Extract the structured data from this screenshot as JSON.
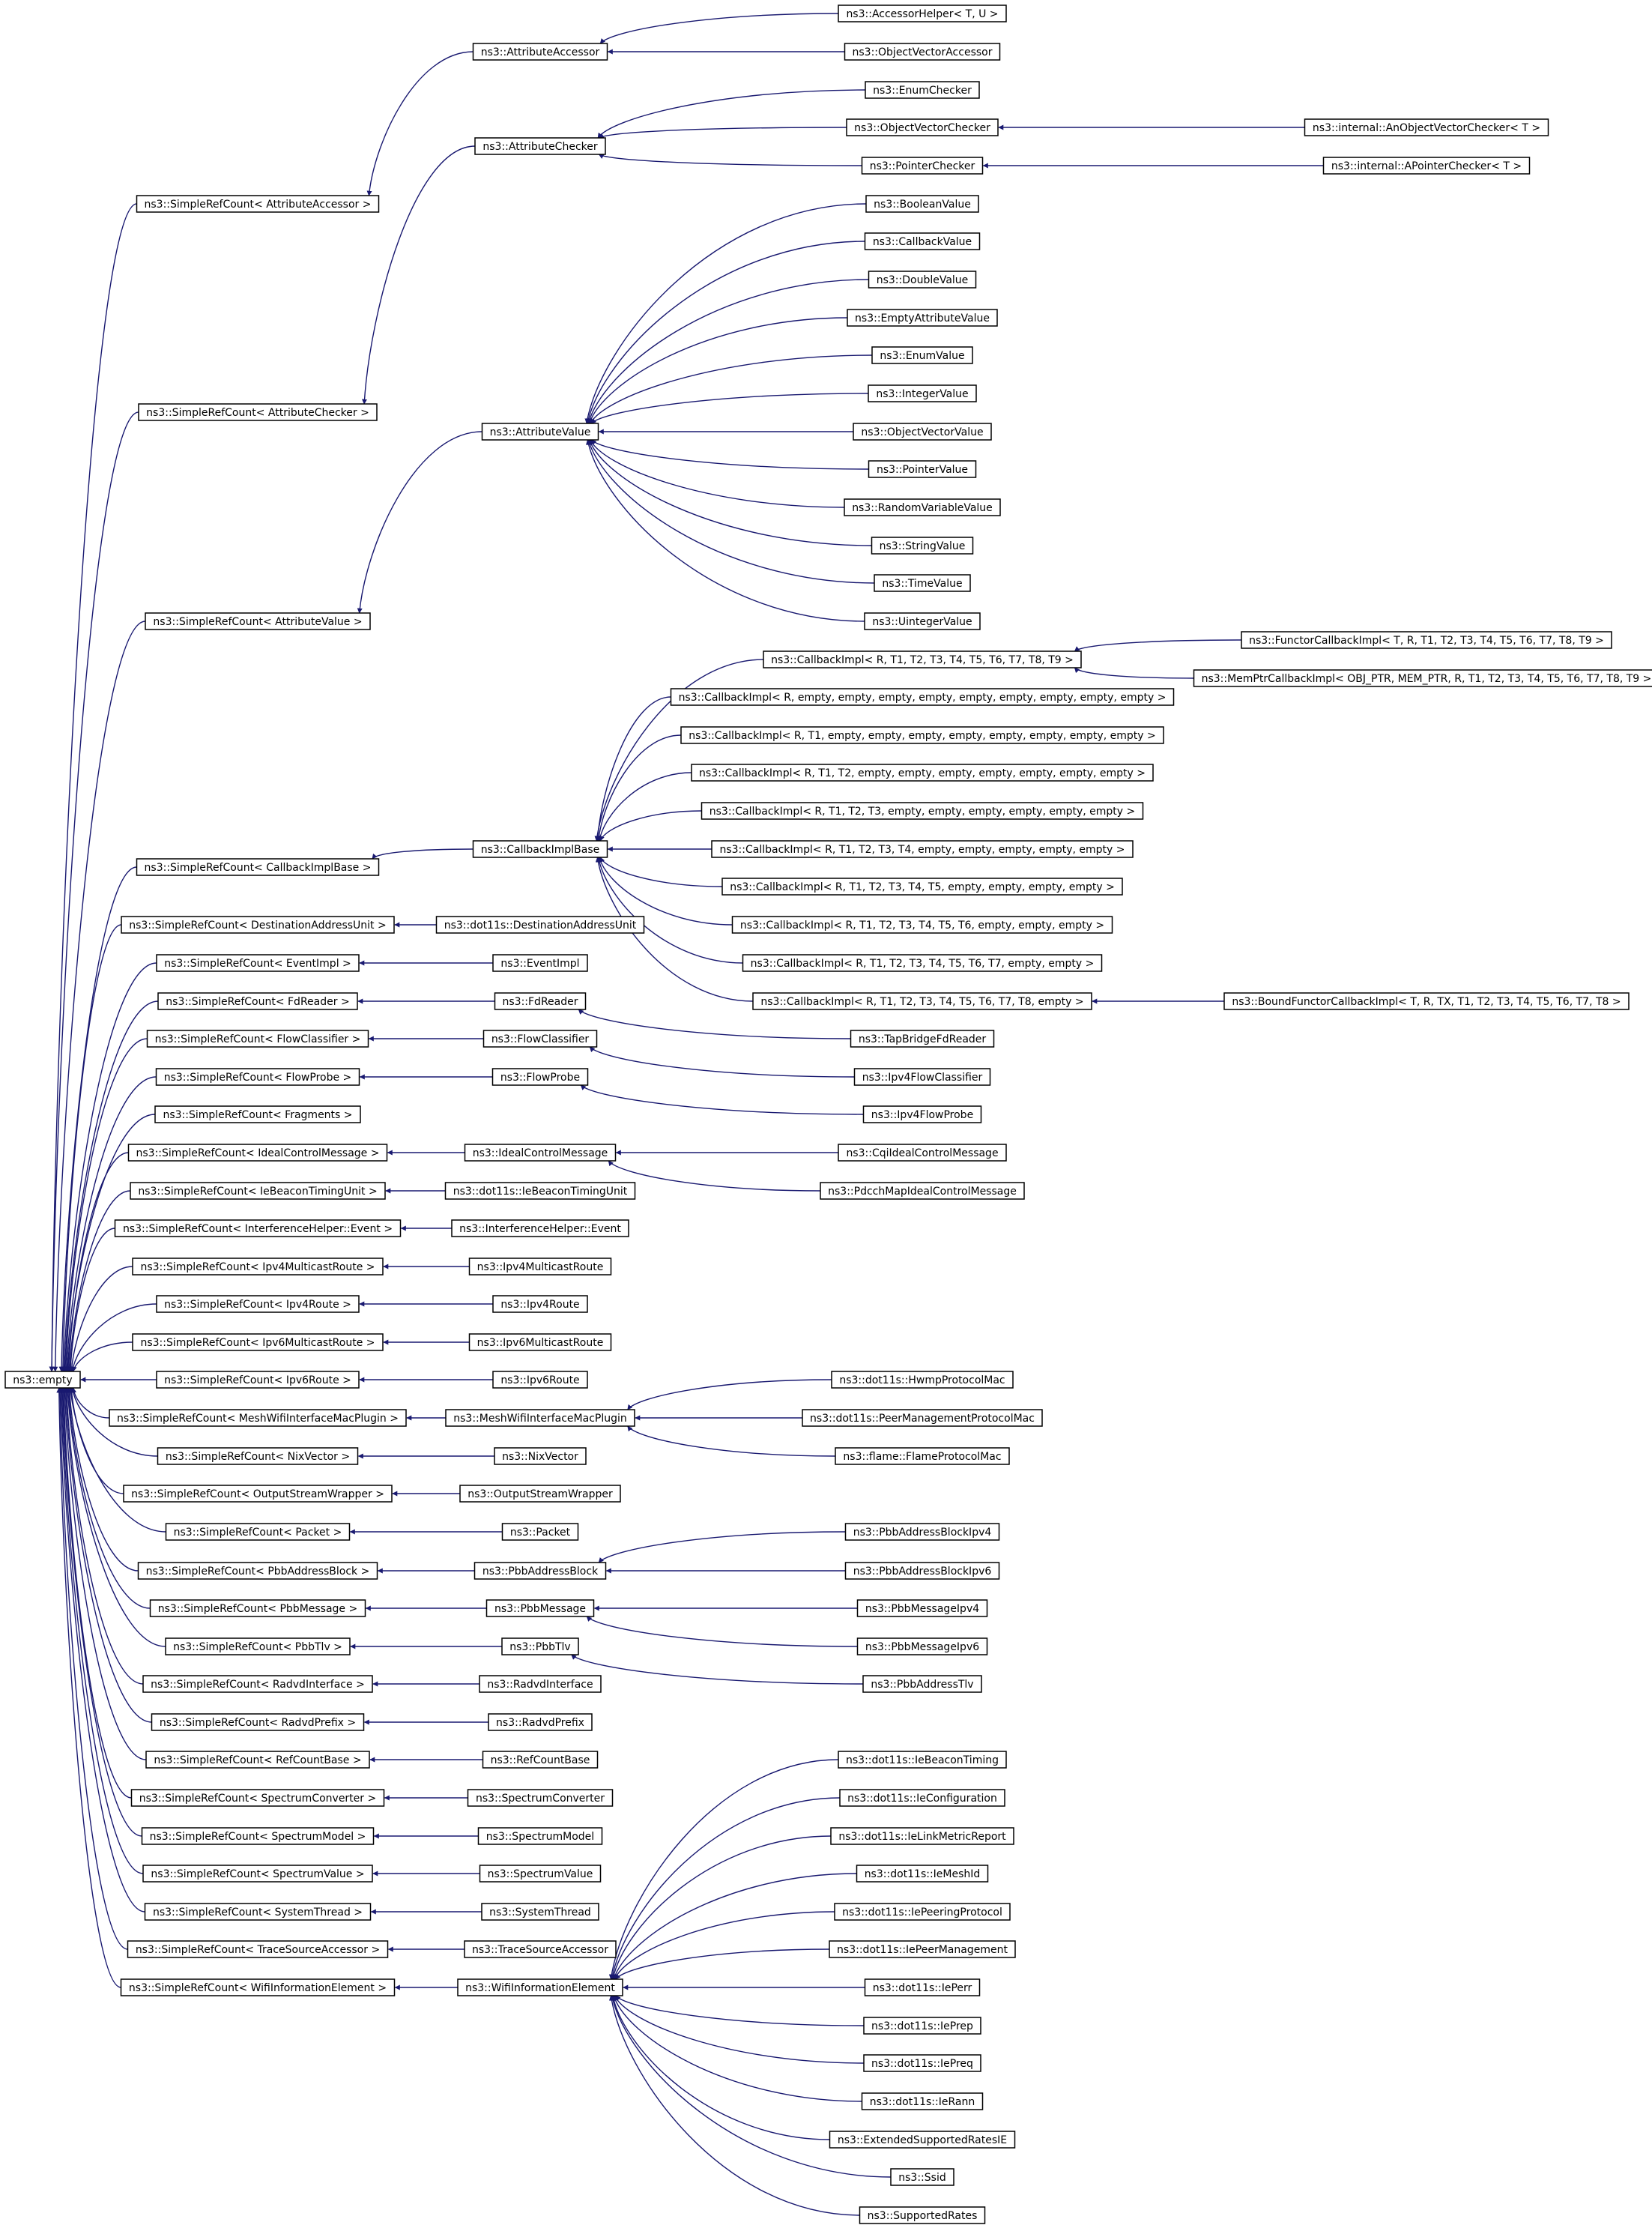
{
  "colors": {
    "edge": "#191970",
    "node_border": "#000000",
    "background": "#ffffff"
  },
  "nodes": [
    {
      "id": "empty",
      "label": "ns3::empty"
    },
    {
      "id": "src_aa",
      "label": "ns3::SimpleRefCount< AttributeAccessor >"
    },
    {
      "id": "src_ac",
      "label": "ns3::SimpleRefCount< AttributeChecker >"
    },
    {
      "id": "src_av",
      "label": "ns3::SimpleRefCount< AttributeValue >"
    },
    {
      "id": "src_cib",
      "label": "ns3::SimpleRefCount< CallbackImplBase >"
    },
    {
      "id": "src_dau",
      "label": "ns3::SimpleRefCount< DestinationAddressUnit >"
    },
    {
      "id": "src_ei",
      "label": "ns3::SimpleRefCount< EventImpl >"
    },
    {
      "id": "src_fdr",
      "label": "ns3::SimpleRefCount< FdReader >"
    },
    {
      "id": "src_fc",
      "label": "ns3::SimpleRefCount< FlowClassifier >"
    },
    {
      "id": "src_fp",
      "label": "ns3::SimpleRefCount< FlowProbe >"
    },
    {
      "id": "src_frag",
      "label": "ns3::SimpleRefCount< Fragments >"
    },
    {
      "id": "src_icm",
      "label": "ns3::SimpleRefCount< IdealControlMessage >"
    },
    {
      "id": "src_ibtu",
      "label": "ns3::SimpleRefCount< IeBeaconTimingUnit >"
    },
    {
      "id": "src_ihe",
      "label": "ns3::SimpleRefCount< InterferenceHelper::Event >"
    },
    {
      "id": "src_i4mr",
      "label": "ns3::SimpleRefCount< Ipv4MulticastRoute >"
    },
    {
      "id": "src_i4r",
      "label": "ns3::SimpleRefCount< Ipv4Route >"
    },
    {
      "id": "src_i6mr",
      "label": "ns3::SimpleRefCount< Ipv6MulticastRoute >"
    },
    {
      "id": "src_i6r",
      "label": "ns3::SimpleRefCount< Ipv6Route >"
    },
    {
      "id": "src_mwi",
      "label": "ns3::SimpleRefCount< MeshWifiInterfaceMacPlugin >"
    },
    {
      "id": "src_nv",
      "label": "ns3::SimpleRefCount< NixVector >"
    },
    {
      "id": "src_osw",
      "label": "ns3::SimpleRefCount< OutputStreamWrapper >"
    },
    {
      "id": "src_pkt",
      "label": "ns3::SimpleRefCount< Packet >"
    },
    {
      "id": "src_pab",
      "label": "ns3::SimpleRefCount< PbbAddressBlock >"
    },
    {
      "id": "src_pm",
      "label": "ns3::SimpleRefCount< PbbMessage >"
    },
    {
      "id": "src_pt",
      "label": "ns3::SimpleRefCount< PbbTlv >"
    },
    {
      "id": "src_ri",
      "label": "ns3::SimpleRefCount< RadvdInterface >"
    },
    {
      "id": "src_rp",
      "label": "ns3::SimpleRefCount< RadvdPrefix >"
    },
    {
      "id": "src_rcb",
      "label": "ns3::SimpleRefCount< RefCountBase >"
    },
    {
      "id": "src_sc",
      "label": "ns3::SimpleRefCount< SpectrumConverter >"
    },
    {
      "id": "src_sm",
      "label": "ns3::SimpleRefCount< SpectrumModel >"
    },
    {
      "id": "src_sv",
      "label": "ns3::SimpleRefCount< SpectrumValue >"
    },
    {
      "id": "src_st",
      "label": "ns3::SimpleRefCount< SystemThread >"
    },
    {
      "id": "src_tsa",
      "label": "ns3::SimpleRefCount< TraceSourceAccessor >"
    },
    {
      "id": "src_wie",
      "label": "ns3::SimpleRefCount< WifiInformationElement >"
    },
    {
      "id": "aa",
      "label": "ns3::AttributeAccessor"
    },
    {
      "id": "ac",
      "label": "ns3::AttributeChecker"
    },
    {
      "id": "av",
      "label": "ns3::AttributeValue"
    },
    {
      "id": "cib",
      "label": "ns3::CallbackImplBase"
    },
    {
      "id": "dau",
      "label": "ns3::dot11s::DestinationAddressUnit"
    },
    {
      "id": "ei",
      "label": "ns3::EventImpl"
    },
    {
      "id": "fdr",
      "label": "ns3::FdReader"
    },
    {
      "id": "fc",
      "label": "ns3::FlowClassifier"
    },
    {
      "id": "fp",
      "label": "ns3::FlowProbe"
    },
    {
      "id": "icm",
      "label": "ns3::IdealControlMessage"
    },
    {
      "id": "ibtu",
      "label": "ns3::dot11s::IeBeaconTimingUnit"
    },
    {
      "id": "ihe",
      "label": "ns3::InterferenceHelper::Event"
    },
    {
      "id": "i4mr",
      "label": "ns3::Ipv4MulticastRoute"
    },
    {
      "id": "i4r",
      "label": "ns3::Ipv4Route"
    },
    {
      "id": "i6mr",
      "label": "ns3::Ipv6MulticastRoute"
    },
    {
      "id": "i6r",
      "label": "ns3::Ipv6Route"
    },
    {
      "id": "mwi",
      "label": "ns3::MeshWifiInterfaceMacPlugin"
    },
    {
      "id": "nv",
      "label": "ns3::NixVector"
    },
    {
      "id": "osw",
      "label": "ns3::OutputStreamWrapper"
    },
    {
      "id": "pkt",
      "label": "ns3::Packet"
    },
    {
      "id": "pab",
      "label": "ns3::PbbAddressBlock"
    },
    {
      "id": "pm",
      "label": "ns3::PbbMessage"
    },
    {
      "id": "pt",
      "label": "ns3::PbbTlv"
    },
    {
      "id": "ri",
      "label": "ns3::RadvdInterface"
    },
    {
      "id": "rp",
      "label": "ns3::RadvdPrefix"
    },
    {
      "id": "rcb",
      "label": "ns3::RefCountBase"
    },
    {
      "id": "sc",
      "label": "ns3::SpectrumConverter"
    },
    {
      "id": "sm",
      "label": "ns3::SpectrumModel"
    },
    {
      "id": "sv",
      "label": "ns3::SpectrumValue"
    },
    {
      "id": "st",
      "label": "ns3::SystemThread"
    },
    {
      "id": "tsa",
      "label": "ns3::TraceSourceAccessor"
    },
    {
      "id": "wie",
      "label": "ns3::WifiInformationElement"
    },
    {
      "id": "ah",
      "label": "ns3::AccessorHelper< T, U >"
    },
    {
      "id": "ova",
      "label": "ns3::ObjectVectorAccessor"
    },
    {
      "id": "enc",
      "label": "ns3::EnumChecker"
    },
    {
      "id": "ovc",
      "label": "ns3::ObjectVectorChecker"
    },
    {
      "id": "pc",
      "label": "ns3::PointerChecker"
    },
    {
      "id": "iaovc",
      "label": "ns3::internal::AnObjectVectorChecker< T >"
    },
    {
      "id": "iapc",
      "label": "ns3::internal::APointerChecker< T >"
    },
    {
      "id": "bv",
      "label": "ns3::BooleanValue"
    },
    {
      "id": "cv",
      "label": "ns3::CallbackValue"
    },
    {
      "id": "dv",
      "label": "ns3::DoubleValue"
    },
    {
      "id": "eav",
      "label": "ns3::EmptyAttributeValue"
    },
    {
      "id": "env",
      "label": "ns3::EnumValue"
    },
    {
      "id": "iv",
      "label": "ns3::IntegerValue"
    },
    {
      "id": "ovv",
      "label": "ns3::ObjectVectorValue"
    },
    {
      "id": "pv",
      "label": "ns3::PointerValue"
    },
    {
      "id": "rvv",
      "label": "ns3::RandomVariableValue"
    },
    {
      "id": "sval",
      "label": "ns3::StringValue"
    },
    {
      "id": "tv",
      "label": "ns3::TimeValue"
    },
    {
      "id": "uv",
      "label": "ns3::UintegerValue"
    },
    {
      "id": "ci9",
      "label": "ns3::CallbackImpl< R, T1, T2, T3, T4, T5, T6, T7, T8, T9 >"
    },
    {
      "id": "ci0",
      "label": "ns3::CallbackImpl< R, empty, empty, empty, empty, empty, empty, empty, empty, empty >"
    },
    {
      "id": "ci1",
      "label": "ns3::CallbackImpl< R, T1, empty, empty, empty, empty, empty, empty, empty, empty >"
    },
    {
      "id": "ci2",
      "label": "ns3::CallbackImpl< R, T1, T2, empty, empty, empty, empty, empty, empty, empty >"
    },
    {
      "id": "ci3",
      "label": "ns3::CallbackImpl< R, T1, T2, T3, empty, empty, empty, empty, empty, empty >"
    },
    {
      "id": "ci4",
      "label": "ns3::CallbackImpl< R, T1, T2, T3, T4, empty, empty, empty, empty, empty >"
    },
    {
      "id": "ci5",
      "label": "ns3::CallbackImpl< R, T1, T2, T3, T4, T5, empty, empty, empty, empty >"
    },
    {
      "id": "ci6",
      "label": "ns3::CallbackImpl< R, T1, T2, T3, T4, T5, T6, empty, empty, empty >"
    },
    {
      "id": "ci7",
      "label": "ns3::CallbackImpl< R, T1, T2, T3, T4, T5, T6, T7, empty, empty >"
    },
    {
      "id": "ci8",
      "label": "ns3::CallbackImpl< R, T1, T2, T3, T4, T5, T6, T7, T8, empty >"
    },
    {
      "id": "fci",
      "label": "ns3::FunctorCallbackImpl< T, R, T1, T2, T3, T4, T5, T6, T7, T8, T9 >"
    },
    {
      "id": "mpci",
      "label": "ns3::MemPtrCallbackImpl< OBJ_PTR, MEM_PTR, R, T1, T2, T3, T4, T5, T6, T7, T8, T9 >"
    },
    {
      "id": "bfci",
      "label": "ns3::BoundFunctorCallbackImpl< T, R, TX, T1, T2, T3, T4, T5, T6, T7, T8 >"
    },
    {
      "id": "tbfr",
      "label": "ns3::TapBridgeFdReader"
    },
    {
      "id": "i4fc",
      "label": "ns3::Ipv4FlowClassifier"
    },
    {
      "id": "i4fp",
      "label": "ns3::Ipv4FlowProbe"
    },
    {
      "id": "cqi",
      "label": "ns3::CqiIdealControlMessage"
    },
    {
      "id": "pdcch",
      "label": "ns3::PdcchMapIdealControlMessage"
    },
    {
      "id": "hwmp",
      "label": "ns3::dot11s::HwmpProtocolMac"
    },
    {
      "id": "pmpm",
      "label": "ns3::dot11s::PeerManagementProtocolMac"
    },
    {
      "id": "flame",
      "label": "ns3::flame::FlameProtocolMac"
    },
    {
      "id": "pab4",
      "label": "ns3::PbbAddressBlockIpv4"
    },
    {
      "id": "pab6",
      "label": "ns3::PbbAddressBlockIpv6"
    },
    {
      "id": "pm4",
      "label": "ns3::PbbMessageIpv4"
    },
    {
      "id": "pm6",
      "label": "ns3::PbbMessageIpv6"
    },
    {
      "id": "patlv",
      "label": "ns3::PbbAddressTlv"
    },
    {
      "id": "ibt",
      "label": "ns3::dot11s::IeBeaconTiming"
    },
    {
      "id": "icfg",
      "label": "ns3::dot11s::IeConfiguration"
    },
    {
      "id": "ilmr",
      "label": "ns3::dot11s::IeLinkMetricReport"
    },
    {
      "id": "imid",
      "label": "ns3::dot11s::IeMeshId"
    },
    {
      "id": "ipp",
      "label": "ns3::dot11s::IePeeringProtocol"
    },
    {
      "id": "ipm",
      "label": "ns3::dot11s::IePeerManagement"
    },
    {
      "id": "iperr",
      "label": "ns3::dot11s::IePerr"
    },
    {
      "id": "iprep",
      "label": "ns3::dot11s::IePrep"
    },
    {
      "id": "ipreq",
      "label": "ns3::dot11s::IePreq"
    },
    {
      "id": "irann",
      "label": "ns3::dot11s::IeRann"
    },
    {
      "id": "esr",
      "label": "ns3::ExtendedSupportedRatesIE"
    },
    {
      "id": "ssid",
      "label": "ns3::Ssid"
    },
    {
      "id": "srates",
      "label": "ns3::SupportedRates"
    }
  ],
  "edges": [
    [
      "src_aa",
      "empty"
    ],
    [
      "src_ac",
      "empty"
    ],
    [
      "src_av",
      "empty"
    ],
    [
      "src_cib",
      "empty"
    ],
    [
      "src_dau",
      "empty"
    ],
    [
      "src_ei",
      "empty"
    ],
    [
      "src_fdr",
      "empty"
    ],
    [
      "src_fc",
      "empty"
    ],
    [
      "src_fp",
      "empty"
    ],
    [
      "src_frag",
      "empty"
    ],
    [
      "src_icm",
      "empty"
    ],
    [
      "src_ibtu",
      "empty"
    ],
    [
      "src_ihe",
      "empty"
    ],
    [
      "src_i4mr",
      "empty"
    ],
    [
      "src_i4r",
      "empty"
    ],
    [
      "src_i6mr",
      "empty"
    ],
    [
      "src_i6r",
      "empty"
    ],
    [
      "src_mwi",
      "empty"
    ],
    [
      "src_nv",
      "empty"
    ],
    [
      "src_osw",
      "empty"
    ],
    [
      "src_pkt",
      "empty"
    ],
    [
      "src_pab",
      "empty"
    ],
    [
      "src_pm",
      "empty"
    ],
    [
      "src_pt",
      "empty"
    ],
    [
      "src_ri",
      "empty"
    ],
    [
      "src_rp",
      "empty"
    ],
    [
      "src_rcb",
      "empty"
    ],
    [
      "src_sc",
      "empty"
    ],
    [
      "src_sm",
      "empty"
    ],
    [
      "src_sv",
      "empty"
    ],
    [
      "src_st",
      "empty"
    ],
    [
      "src_tsa",
      "empty"
    ],
    [
      "src_wie",
      "empty"
    ],
    [
      "aa",
      "src_aa"
    ],
    [
      "ac",
      "src_ac"
    ],
    [
      "av",
      "src_av"
    ],
    [
      "cib",
      "src_cib"
    ],
    [
      "dau",
      "src_dau"
    ],
    [
      "ei",
      "src_ei"
    ],
    [
      "fdr",
      "src_fdr"
    ],
    [
      "fc",
      "src_fc"
    ],
    [
      "fp",
      "src_fp"
    ],
    [
      "icm",
      "src_icm"
    ],
    [
      "ibtu",
      "src_ibtu"
    ],
    [
      "ihe",
      "src_ihe"
    ],
    [
      "i4mr",
      "src_i4mr"
    ],
    [
      "i4r",
      "src_i4r"
    ],
    [
      "i6mr",
      "src_i6mr"
    ],
    [
      "i6r",
      "src_i6r"
    ],
    [
      "mwi",
      "src_mwi"
    ],
    [
      "nv",
      "src_nv"
    ],
    [
      "osw",
      "src_osw"
    ],
    [
      "pkt",
      "src_pkt"
    ],
    [
      "pab",
      "src_pab"
    ],
    [
      "pm",
      "src_pm"
    ],
    [
      "pt",
      "src_pt"
    ],
    [
      "ri",
      "src_ri"
    ],
    [
      "rp",
      "src_rp"
    ],
    [
      "rcb",
      "src_rcb"
    ],
    [
      "sc",
      "src_sc"
    ],
    [
      "sm",
      "src_sm"
    ],
    [
      "sv",
      "src_sv"
    ],
    [
      "st",
      "src_st"
    ],
    [
      "tsa",
      "src_tsa"
    ],
    [
      "wie",
      "src_wie"
    ],
    [
      "ah",
      "aa"
    ],
    [
      "ova",
      "aa"
    ],
    [
      "enc",
      "ac"
    ],
    [
      "ovc",
      "ac"
    ],
    [
      "pc",
      "ac"
    ],
    [
      "iaovc",
      "ovc"
    ],
    [
      "iapc",
      "pc"
    ],
    [
      "bv",
      "av"
    ],
    [
      "cv",
      "av"
    ],
    [
      "dv",
      "av"
    ],
    [
      "eav",
      "av"
    ],
    [
      "env",
      "av"
    ],
    [
      "iv",
      "av"
    ],
    [
      "ovv",
      "av"
    ],
    [
      "pv",
      "av"
    ],
    [
      "rvv",
      "av"
    ],
    [
      "sval",
      "av"
    ],
    [
      "tv",
      "av"
    ],
    [
      "uv",
      "av"
    ],
    [
      "ci9",
      "cib"
    ],
    [
      "ci0",
      "cib"
    ],
    [
      "ci1",
      "cib"
    ],
    [
      "ci2",
      "cib"
    ],
    [
      "ci3",
      "cib"
    ],
    [
      "ci4",
      "cib"
    ],
    [
      "ci5",
      "cib"
    ],
    [
      "ci6",
      "cib"
    ],
    [
      "ci7",
      "cib"
    ],
    [
      "ci8",
      "cib"
    ],
    [
      "fci",
      "ci9"
    ],
    [
      "mpci",
      "ci9"
    ],
    [
      "bfci",
      "ci8"
    ],
    [
      "tbfr",
      "fdr"
    ],
    [
      "i4fc",
      "fc"
    ],
    [
      "i4fp",
      "fp"
    ],
    [
      "cqi",
      "icm"
    ],
    [
      "pdcch",
      "icm"
    ],
    [
      "hwmp",
      "mwi"
    ],
    [
      "pmpm",
      "mwi"
    ],
    [
      "flame",
      "mwi"
    ],
    [
      "pab4",
      "pab"
    ],
    [
      "pab6",
      "pab"
    ],
    [
      "pm4",
      "pm"
    ],
    [
      "pm6",
      "pm"
    ],
    [
      "patlv",
      "pt"
    ],
    [
      "ibt",
      "wie"
    ],
    [
      "icfg",
      "wie"
    ],
    [
      "ilmr",
      "wie"
    ],
    [
      "imid",
      "wie"
    ],
    [
      "ipp",
      "wie"
    ],
    [
      "ipm",
      "wie"
    ],
    [
      "iperr",
      "wie"
    ],
    [
      "iprep",
      "wie"
    ],
    [
      "ipreq",
      "wie"
    ],
    [
      "irann",
      "wie"
    ],
    [
      "esr",
      "wie"
    ],
    [
      "ssid",
      "wie"
    ],
    [
      "srates",
      "wie"
    ]
  ]
}
